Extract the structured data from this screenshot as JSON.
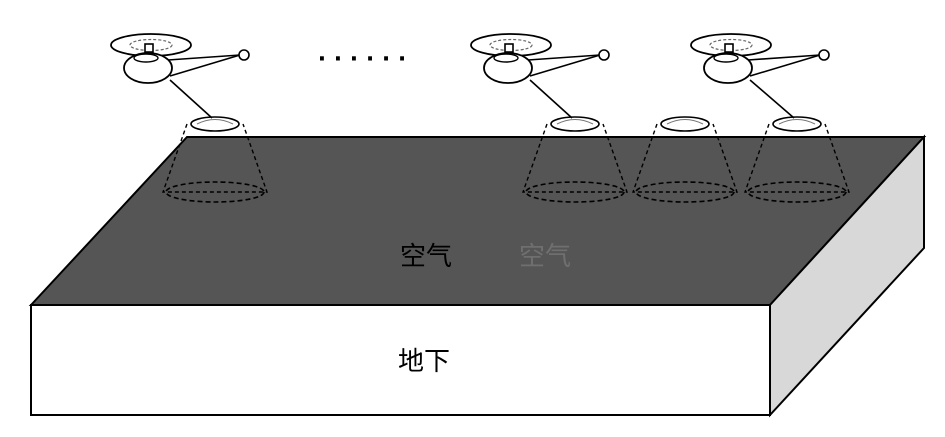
{
  "labels": {
    "surface": "空气",
    "surface_ghost": "空气",
    "underground": "地下",
    "ellipsis": "· · · · · ·"
  },
  "colors": {
    "surface_top": "#555555",
    "front_face": "#ffffff",
    "side_face": "#d8d8d8",
    "stroke": "#000000",
    "ghost_text": "#6f6f6f"
  },
  "aircraft": [
    {
      "id": "heli-1",
      "icon": "helicopter-icon",
      "sensor": "sensor-cone-icon"
    },
    {
      "id": "heli-2",
      "icon": "helicopter-icon",
      "sensor": "sensor-cone-icon"
    },
    {
      "id": "heli-3",
      "icon": "helicopter-icon",
      "sensor": "sensor-cone-icon"
    }
  ],
  "extra_sensor": {
    "icon": "sensor-cone-icon"
  }
}
